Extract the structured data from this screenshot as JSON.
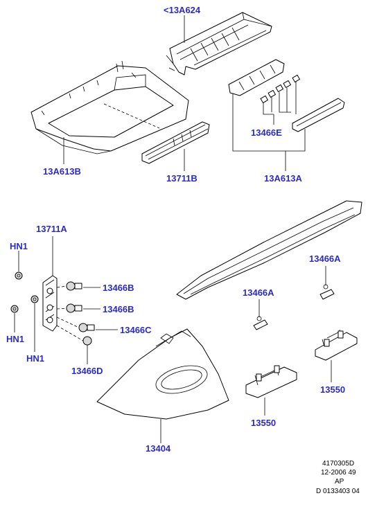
{
  "labels": {
    "p13A624": "<13A624",
    "p13A613B": "13A613B",
    "p13711B": "13711B",
    "p13466E": "13466E",
    "p13A613A": "13A613A",
    "p13711A": "13711A",
    "hn1_top": "HN1",
    "hn1_left": "HN1",
    "hn1_mid": "HN1",
    "p13466B_1": "13466B",
    "p13466B_2": "13466B",
    "p13466C": "13466C",
    "p13466D": "13466D",
    "p13466A_right": "13466A",
    "p13466A_mid": "13466A",
    "p13404": "13404",
    "p13550_right": "13550",
    "p13550_bottom": "13550"
  },
  "reference": {
    "line1": "4170305D",
    "line2": "12-2006 49",
    "line3": "AP",
    "line4": "D 0133403 04"
  },
  "colors": {
    "label": "#2a2acc",
    "line": "#000000",
    "shade": "#d9d9d9"
  }
}
